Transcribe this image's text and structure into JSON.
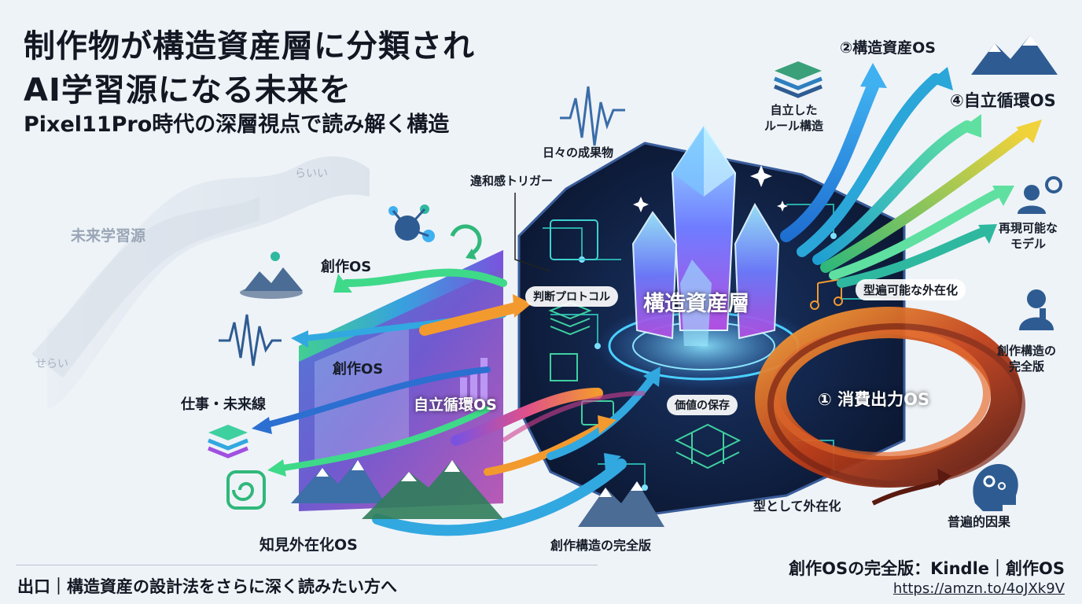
{
  "title": {
    "line1": "制作物が構造資産層に分類され",
    "line2": "AI学習源になる未来を",
    "subtitle": "Pixel11Pro時代の深層視点で読み解く構造"
  },
  "center": {
    "core_label": "構造資産層",
    "inner_labels": {
      "daily_output": "日々の成果物",
      "discomfort_trigger": "違和感トリガー",
      "judgment_protocol": "判断プロトコル",
      "value_preservation": "価値の保存",
      "transferable": "型遍可能な外在化",
      "externalize_as_form": "型として外在化"
    }
  },
  "left_panel": {
    "creation_os_top": "創作OS",
    "creation_os_mid": "創作OS",
    "self_cycle_os": "自立循環OS",
    "work_future": "仕事・未来線",
    "knowledge_os": "知見外在化OS"
  },
  "left_ghost": {
    "future_source": "未来学習源",
    "rai": "らいい",
    "serai": "せらい"
  },
  "right_side": {
    "structural_asset_os": "②構造資産OS",
    "self_cycle_os": "④自立循環OS",
    "self_rules": "自立した\nルール構造",
    "reproducible": "再現可能な\nモデル",
    "complete_edition_right": "創作構造の\n完全版",
    "consumption_os": "① 消費出力OS",
    "universal_cause": "普遍的因果"
  },
  "bottom": {
    "complete_edition": "創作構造の完全版"
  },
  "footer": {
    "exit_text": "出口｜構造資産の設計法をさらに深く読みたい方へ",
    "book_text": "創作OSの完全版：Kindle｜創作OS",
    "url": "https://amzn.to/4oJXk9V"
  },
  "icons": {
    "layers_top": "layers-icon",
    "waveform_top": "waveform-icon",
    "mountain_top_right": "mountain-icon",
    "person_gear": "person-gear-icon",
    "person_thinking": "person-thinking-icon",
    "head_gears": "head-gears-icon",
    "molecule": "molecule-icon",
    "cycle_arrows": "cycle-arrows-icon",
    "mountain_island": "mountain-island-icon",
    "waveform_left": "waveform-icon",
    "layers_left": "layers-icon",
    "spiral": "spiral-icon",
    "mountain_left": "mountain-icon",
    "mountain_bottom": "mountain-icon",
    "crystal": "crystal-icon"
  },
  "colors": {
    "hex_dark": "#0d1a33",
    "crystal": "#6f8cff",
    "fire": "#c2401a",
    "accent_cyan": "#29b6d9",
    "accent_orange": "#f39a2e"
  }
}
